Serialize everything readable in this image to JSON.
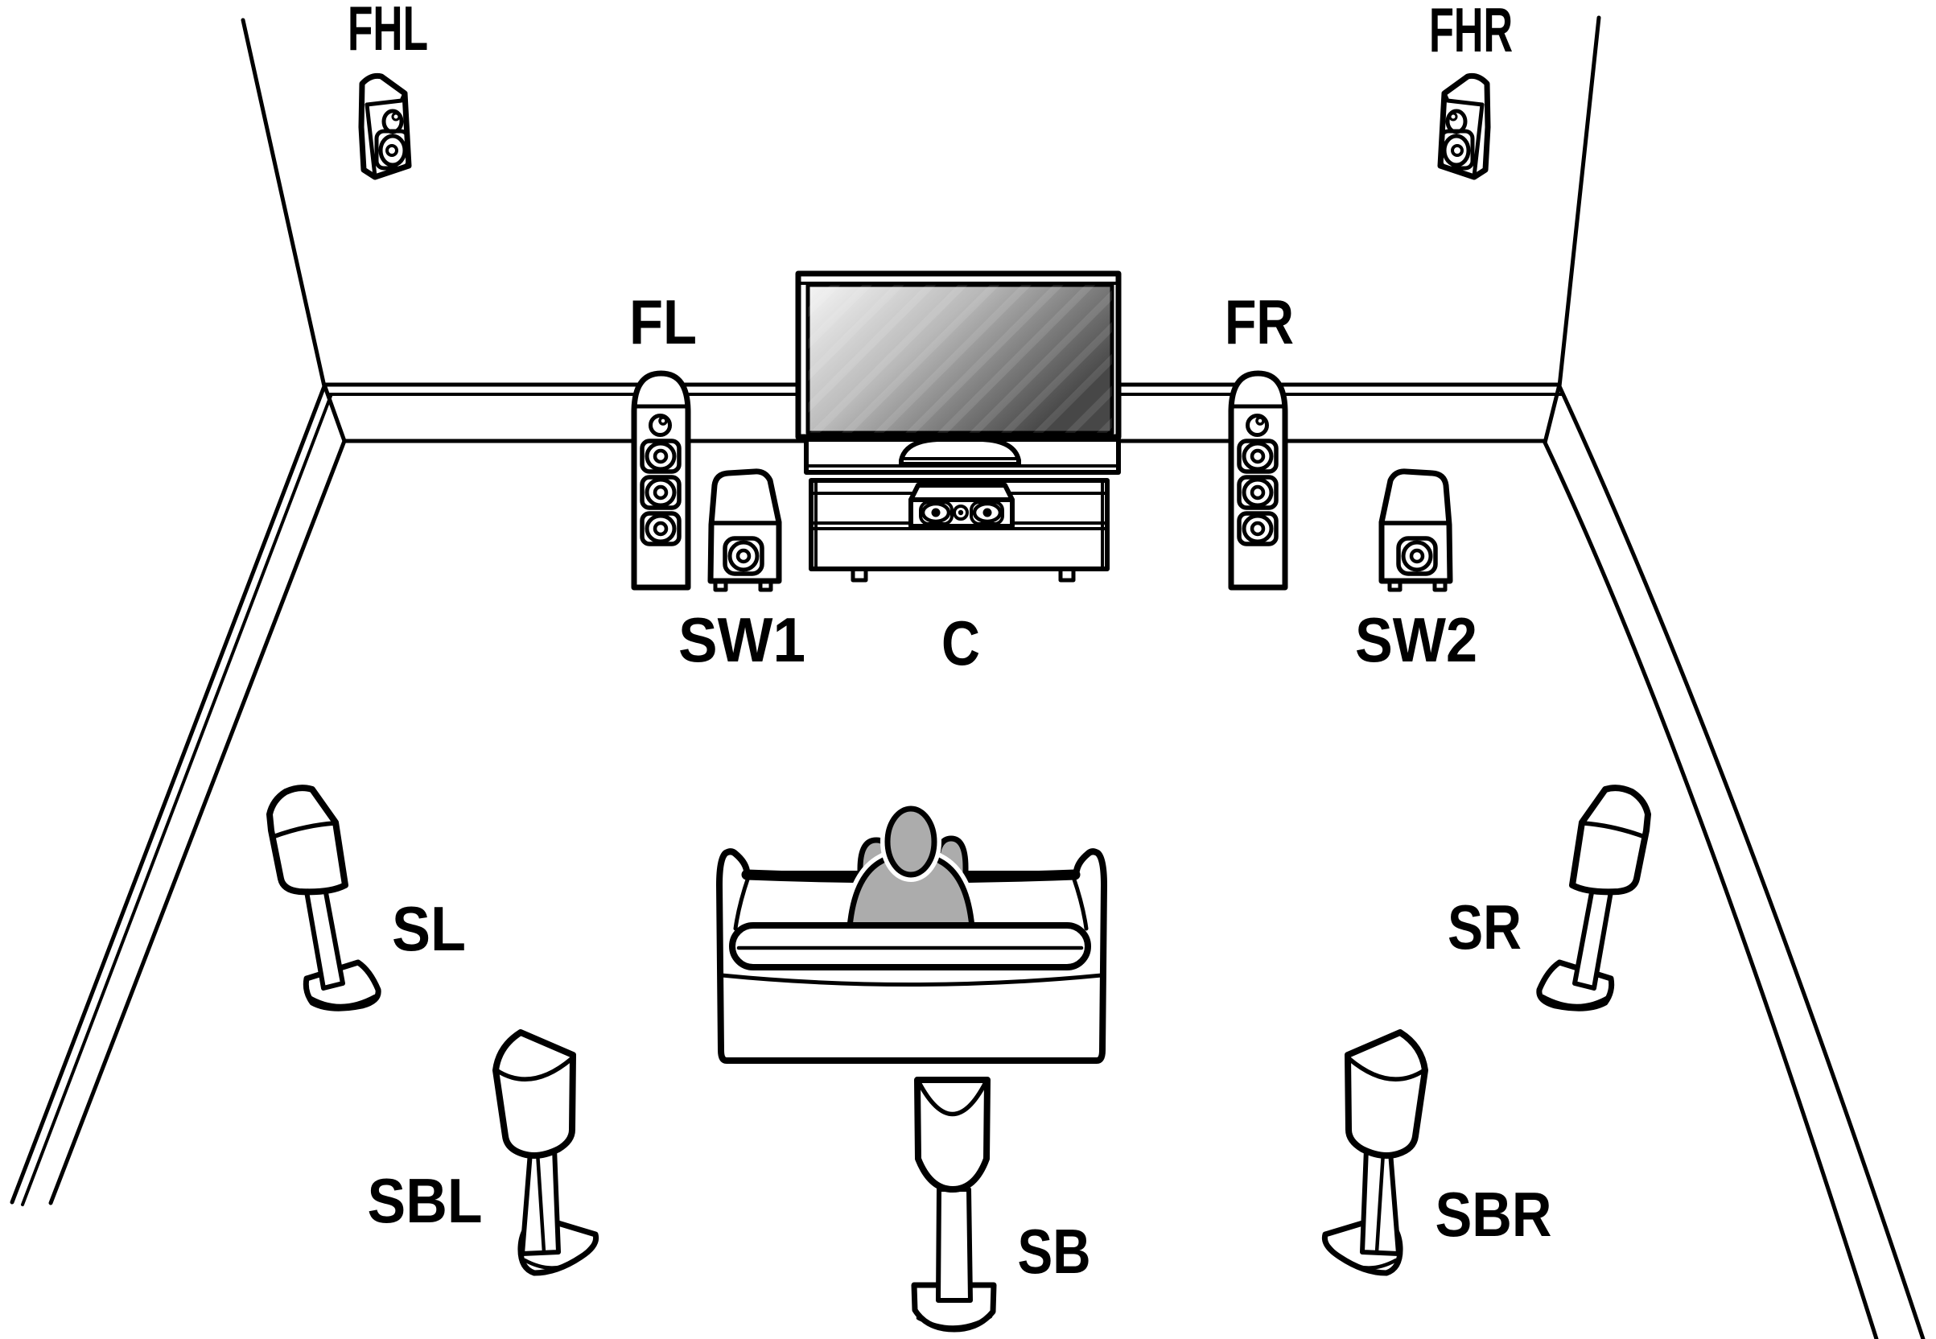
{
  "diagram": {
    "type": "home-theater-speaker-placement",
    "labels": {
      "fhl": "FHL",
      "fhr": "FHR",
      "fl": "FL",
      "fr": "FR",
      "sw1": "SW1",
      "c": "C",
      "sw2": "SW2",
      "sl": "SL",
      "sr": "SR",
      "sbl": "SBL",
      "sb": "SB",
      "sbr": "SBR"
    },
    "colors": {
      "line": "#000000",
      "background": "#ffffff",
      "person_fill": "#acacac",
      "tv_screen_gradient_start": "#f5f5f5",
      "tv_screen_gradient_end": "#474747"
    }
  }
}
